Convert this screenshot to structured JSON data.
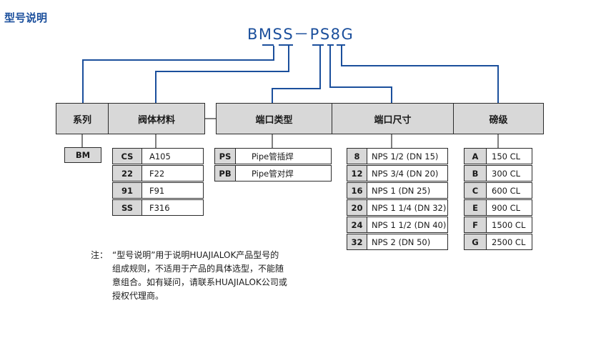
{
  "title": "型号说明",
  "model_code": "BMSS－PS8G",
  "columns": [
    {
      "header": "系列",
      "options": [
        {
          "code": "BM",
          "value": ""
        }
      ]
    },
    {
      "header": "阀体材料",
      "options": [
        {
          "code": "CS",
          "value": "A105"
        },
        {
          "code": "22",
          "value": "F22"
        },
        {
          "code": "91",
          "value": "F91"
        },
        {
          "code": "SS",
          "value": "F316"
        }
      ]
    },
    {
      "header": "端口类型",
      "options": [
        {
          "code": "PS",
          "value": "Pipe管插焊"
        },
        {
          "code": "PB",
          "value": "Pipe管对焊"
        }
      ]
    },
    {
      "header": "端口尺寸",
      "options": [
        {
          "code": "8",
          "value": "NPS 1/2 (DN 15)"
        },
        {
          "code": "12",
          "value": "NPS 3/4 (DN 20)"
        },
        {
          "code": "16",
          "value": "NPS 1 (DN 25)"
        },
        {
          "code": "20",
          "value": "NPS 1 1/4 (DN 32)"
        },
        {
          "code": "24",
          "value": "NPS 1 1/2 (DN 40)"
        },
        {
          "code": "32",
          "value": "NPS 2 (DN 50)"
        }
      ]
    },
    {
      "header": "磅级",
      "options": [
        {
          "code": "A",
          "value": "150 CL"
        },
        {
          "code": "B",
          "value": "300 CL"
        },
        {
          "code": "C",
          "value": "600 CL"
        },
        {
          "code": "E",
          "value": "900 CL"
        },
        {
          "code": "F",
          "value": "1500 CL"
        },
        {
          "code": "G",
          "value": "2500 CL"
        }
      ]
    }
  ],
  "note": {
    "label": "注：",
    "lines": [
      "“型号说明”用于说明HUAJIALOK产品型号的",
      "组成规则，不适用于产品的具体选型，不能随",
      "意组合。如有疑问，请联系HUAJIALOK公司或",
      "授权代理商。"
    ]
  },
  "colors": {
    "accent": "#1b4f9c",
    "header_bg": "#d8d8d8",
    "border": "#2b2b2b"
  }
}
